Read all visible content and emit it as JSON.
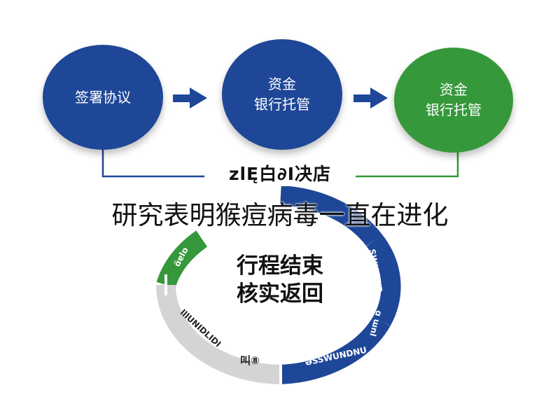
{
  "flow": {
    "steps": [
      {
        "lines": [
          "签署协议"
        ],
        "color": "#1f4797"
      },
      {
        "lines": [
          "资金",
          "银行托管"
        ],
        "color": "#1f4797"
      },
      {
        "lines": [
          "资金",
          "银行托管"
        ],
        "color": "#35983a"
      }
    ],
    "arrow_color": "#1f4797",
    "bracket_label": "zlĘ白∂I决店"
  },
  "headline": "研究表明猴痘病毒一直在进化",
  "cycle": {
    "center_lines": [
      "行程结束",
      "核实返回"
    ],
    "segments": [
      {
        "color": "#35983a",
        "label": "ɑ̃ɐlɒ"
      },
      {
        "color": "#1f4797",
        "label": "SWUUWƆ"
      },
      {
        "color": "#1f4797",
        "label": "ɑ ɯnl"
      },
      {
        "color": "#1f4797",
        "label": "ƏSSWUNDNU"
      },
      {
        "color": "#d4d4d4",
        "label": "lllUNIDLIDI"
      },
      {
        "color": "#d4d4d4",
        "label": "叫⑧"
      }
    ]
  }
}
